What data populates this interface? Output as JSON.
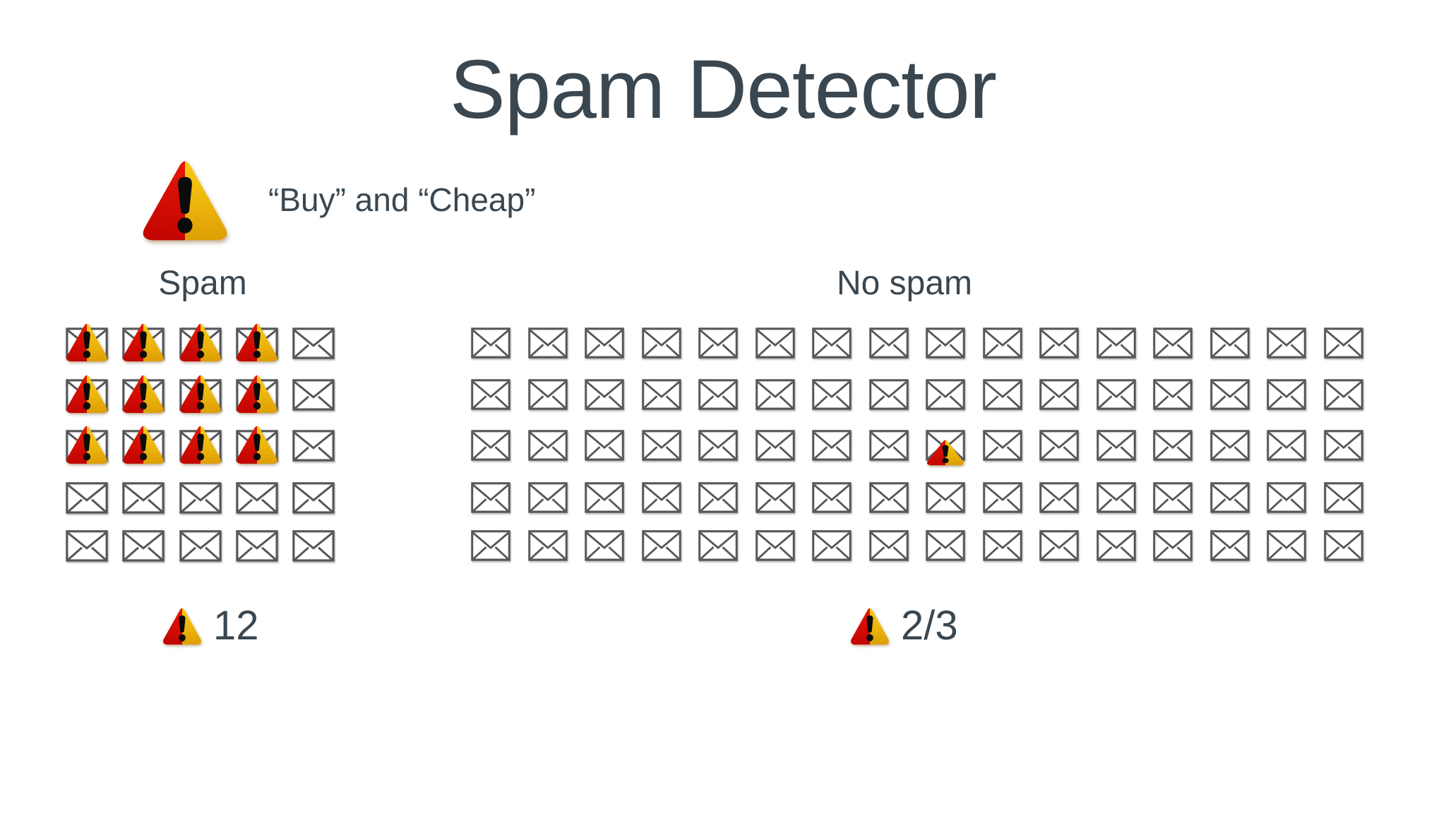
{
  "title": "Spam Detector",
  "keywords_text": "“Buy” and “Cheap”",
  "keywords_icon": "warning-icon",
  "spam_section": {
    "label": "Spam",
    "count_label": "12",
    "grid": {
      "rows": 5,
      "columns": 5,
      "total_emails": 25,
      "flagged_count": 12,
      "flagged_cells": [
        [
          0,
          0
        ],
        [
          0,
          1
        ],
        [
          0,
          2
        ],
        [
          0,
          3
        ],
        [
          1,
          0
        ],
        [
          1,
          1
        ],
        [
          1,
          2
        ],
        [
          1,
          3
        ],
        [
          2,
          0
        ],
        [
          2,
          1
        ],
        [
          2,
          2
        ],
        [
          2,
          3
        ]
      ]
    }
  },
  "no_spam_section": {
    "label": "No spam",
    "count_label": "2/3",
    "grid": {
      "rows": 5,
      "columns": 16,
      "total_emails": 80,
      "flagged_count": 1,
      "flagged_cells": [
        [
          2,
          8
        ]
      ]
    }
  },
  "icons": {
    "flagged_email": "warning-icon",
    "email": "envelope-icon"
  },
  "colors": {
    "text": "#3a4750",
    "warning_red_top": "#e51708",
    "warning_red_bottom": "#c10400",
    "warning_yellow_top": "#f7cb12",
    "warning_yellow_bottom": "#dd9e04",
    "exclamation": "#0b0b0b",
    "envelope_outline": "#56575a",
    "envelope_fill": "#ffffff",
    "background": "#ffffff"
  }
}
